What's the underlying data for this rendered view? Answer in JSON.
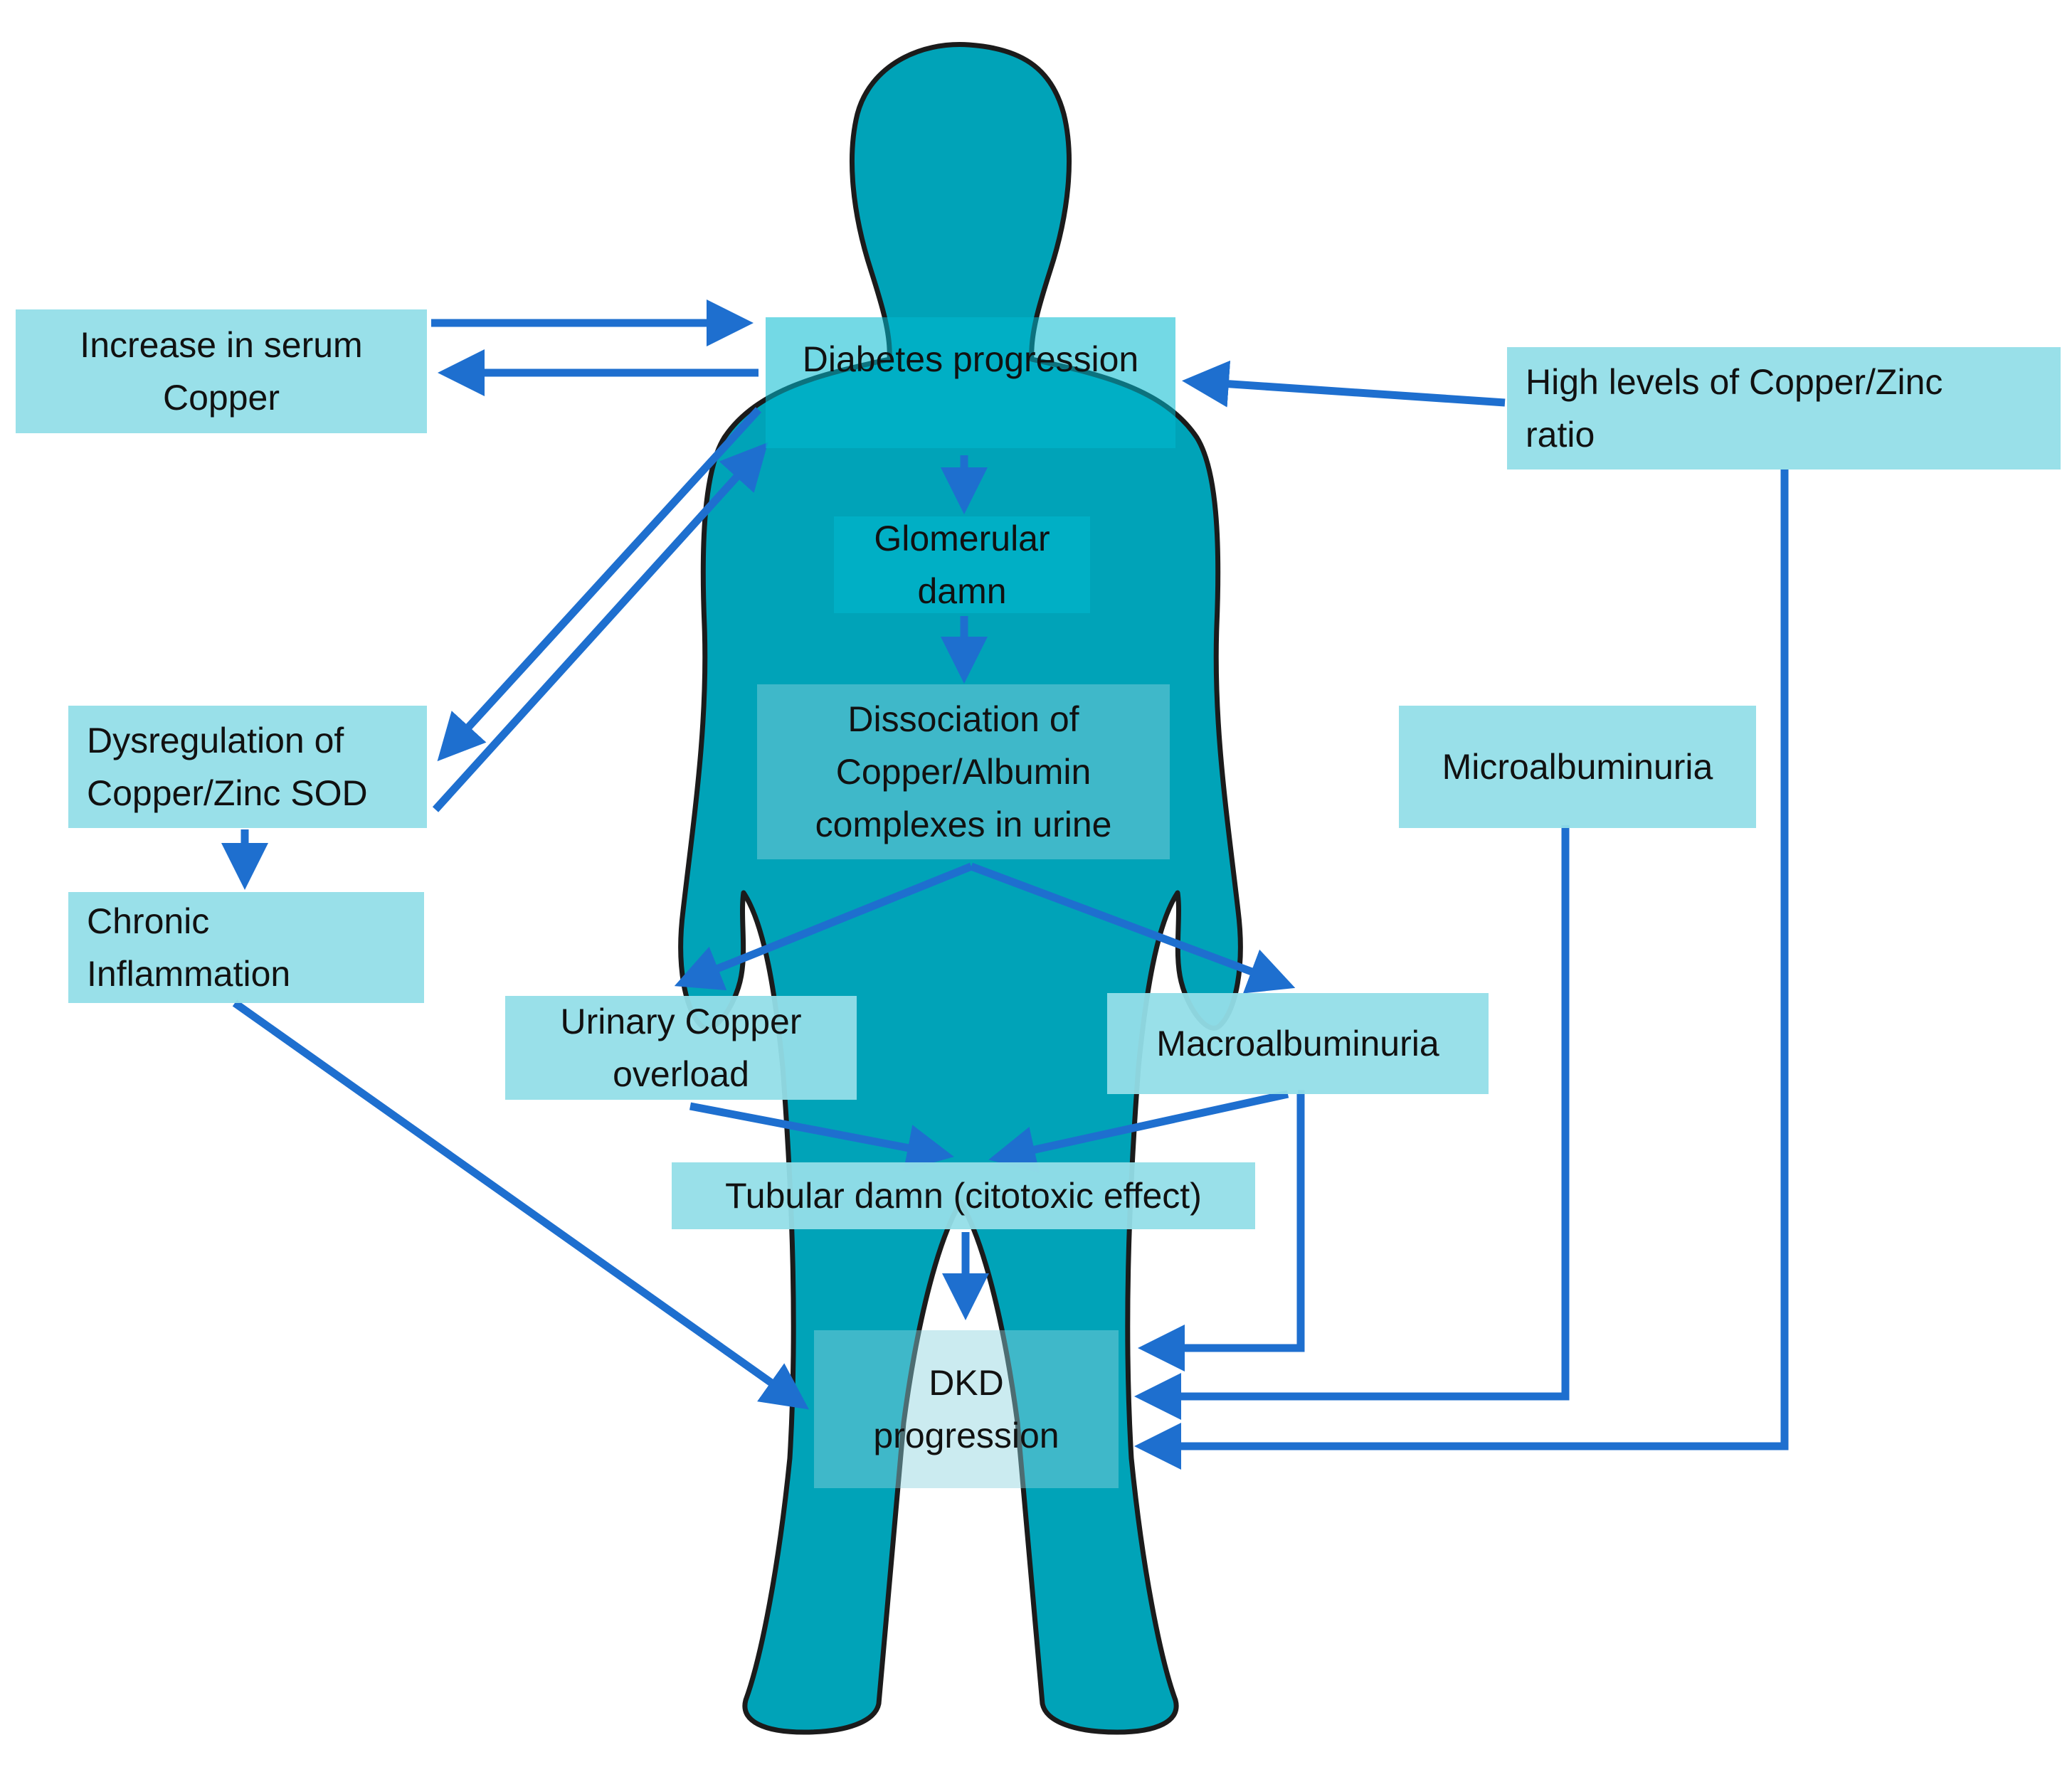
{
  "colors": {
    "body_fill": "#00a3b8",
    "body_outline": "#1b1b1b",
    "box_fill": "#93dee8",
    "arrow": "#1e6fcf"
  },
  "nodes": {
    "serum_copper": [
      "Increase in serum",
      "Copper"
    ],
    "diabetes": [
      "Diabetes progression"
    ],
    "high_ratio": [
      "High levels of Copper/Zinc",
      "ratio"
    ],
    "glomerular": [
      "Glomerular",
      "damn"
    ],
    "dissociation": [
      "Dissociation of",
      "Copper/Albumin",
      "complexes in urine"
    ],
    "dysregulation": [
      "Dysregulation of",
      "Copper/Zinc SOD"
    ],
    "microalb": [
      "Microalbuminuria"
    ],
    "chronic": [
      "Chronic",
      "Inflammation"
    ],
    "urinary": [
      "Urinary Copper",
      "overload"
    ],
    "macroalb": [
      "Macroalbuminuria"
    ],
    "tubular": [
      "Tubular damn (citotoxic effect)"
    ],
    "dkd": [
      "DKD",
      "progression"
    ]
  }
}
